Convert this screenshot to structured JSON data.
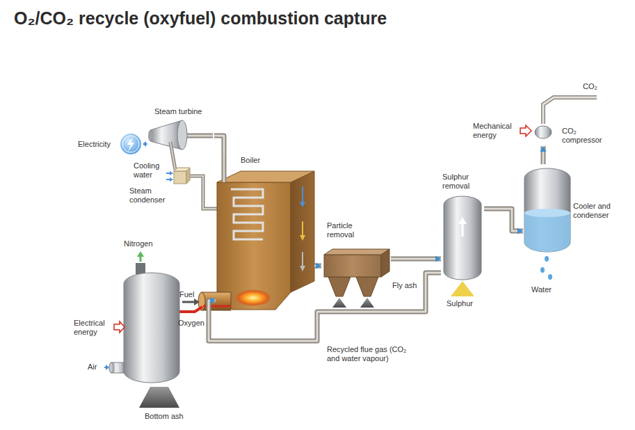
{
  "diagram": {
    "title": "O₂/CO₂ recycle (oxyfuel) combustion capture",
    "nodes": [
      {
        "text": [
          "Steam turbine"
        ]
      },
      {
        "text": [
          "Boiler"
        ]
      },
      {
        "text": [
          "Particle removal"
        ]
      },
      {
        "text": [
          "Sulphur removal"
        ]
      },
      {
        "text": [
          "Cooler and condenser"
        ]
      },
      {
        "text": [
          "CO₂ compressor"
        ]
      }
    ],
    "edges": [
      {
        "from": 1,
        "to": 0,
        "arrow": "none"
      },
      {
        "from": 1,
        "to": 2,
        "arrow": "to"
      },
      {
        "from": 2,
        "to": 3,
        "arrow": "to"
      },
      {
        "from": 3,
        "to": 4,
        "arrow": "to"
      },
      {
        "from": 4,
        "to": 5,
        "arrow": "to"
      },
      {
        "from": 3,
        "to": 1,
        "label": "Recycled flue gas (CO₂ and water vapour)",
        "arrow": "to"
      }
    ],
    "labels": [
      "Electricity",
      "Cooling water",
      "Steam condenser",
      "Fly ash",
      "Sulphur",
      "Mechanical energy",
      "CO₂",
      "Water",
      "Nitrogen",
      "Fuel",
      "Oxygen",
      "Electrical energy",
      "Air",
      "Bottom ash"
    ]
  }
}
